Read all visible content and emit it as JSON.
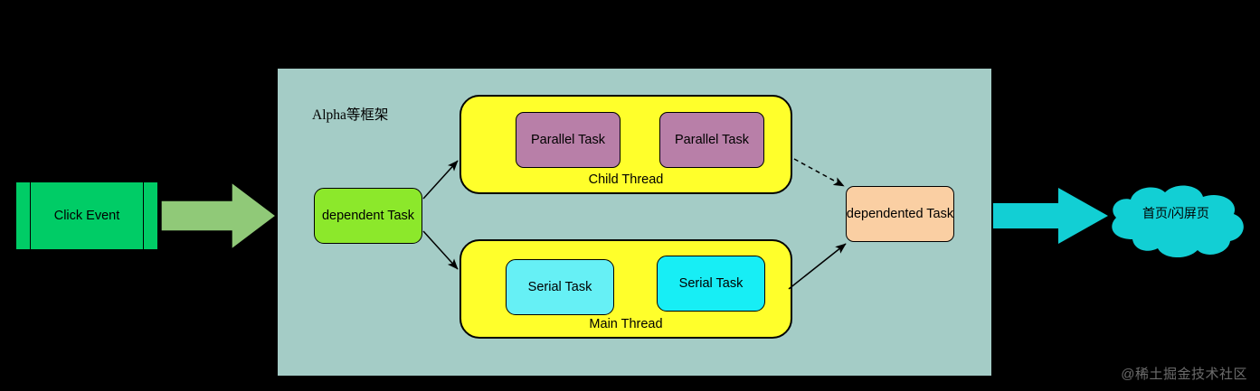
{
  "diagram": {
    "title_label": "Alpha等框架",
    "source": {
      "event_label": "Click Event",
      "flow_arrow_icon": "right-arrow-icon"
    },
    "entry_task": {
      "label": "dependent Task"
    },
    "threads": [
      {
        "name": "child-thread",
        "label": "Child Thread",
        "tasks": [
          {
            "label": "Parallel Task"
          },
          {
            "label": "Parallel Task"
          }
        ]
      },
      {
        "name": "main-thread",
        "label": "Main Thread",
        "tasks": [
          {
            "label": "Serial Task"
          },
          {
            "label": "Serial Task"
          }
        ]
      }
    ],
    "exit_task": {
      "label": "dependented Task"
    },
    "output": {
      "arrow_icon": "right-arrow-icon",
      "cloud_icon": "cloud-icon",
      "label": "首页/闪屏页"
    },
    "connectors": [
      {
        "name": "dependent-to-child-thread",
        "style": "solid"
      },
      {
        "name": "dependent-to-main-thread",
        "style": "solid"
      },
      {
        "name": "child-thread-to-dependented",
        "style": "dashed"
      },
      {
        "name": "main-thread-to-dependented",
        "style": "solid"
      }
    ],
    "colors": {
      "background": "#000000",
      "panel": "#A4CCC6",
      "event_box": "#00CC66",
      "flow_arrow": "#90C978",
      "entry_task": "#8CE82B",
      "thread_box": "#FFFF2B",
      "parallel_task": "#B87FA8",
      "serial_task_light": "#66F0F5",
      "serial_task_bright": "#17EEF5",
      "exit_task": "#FACFA3",
      "output_teal": "#12CFD4",
      "stroke": "#000000"
    }
  },
  "watermark": {
    "text": "@稀土掘金技术社区"
  }
}
